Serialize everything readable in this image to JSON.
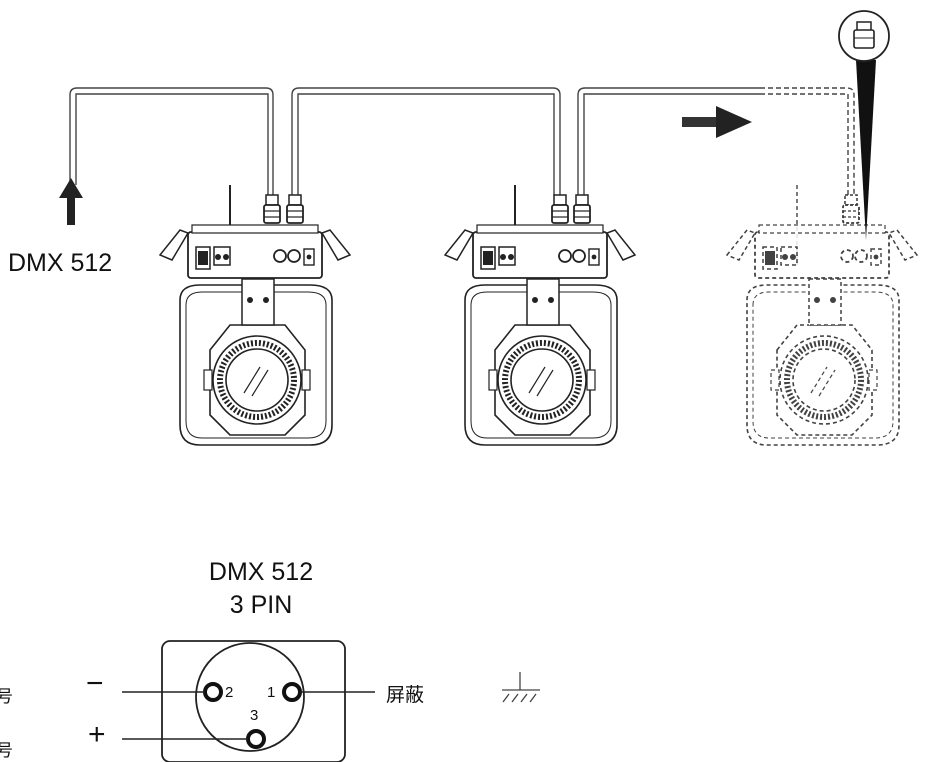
{
  "labels": {
    "dmx_input": "DMX 512",
    "connector_title": "DMX 512",
    "connector_subtitle": "3 PIN",
    "pin_1": "1",
    "pin_2": "2",
    "pin_3": "3",
    "shield": "屏蔽",
    "signal_minus": "−",
    "signal_plus": "+",
    "side_text_top": "号",
    "side_text_bottom": "号"
  },
  "icons": [
    "arrow-up-icon",
    "arrow-right-icon",
    "xlr-plug-icon",
    "moving-head-fixture-icon",
    "ground-symbol-icon"
  ],
  "fixtures": [
    {
      "name": "fixture-1",
      "style": "solid"
    },
    {
      "name": "fixture-2",
      "style": "solid"
    },
    {
      "name": "fixture-3",
      "style": "dashed"
    }
  ],
  "colors": {
    "line": "#222222",
    "cable": "#555555",
    "background": "#ffffff"
  }
}
